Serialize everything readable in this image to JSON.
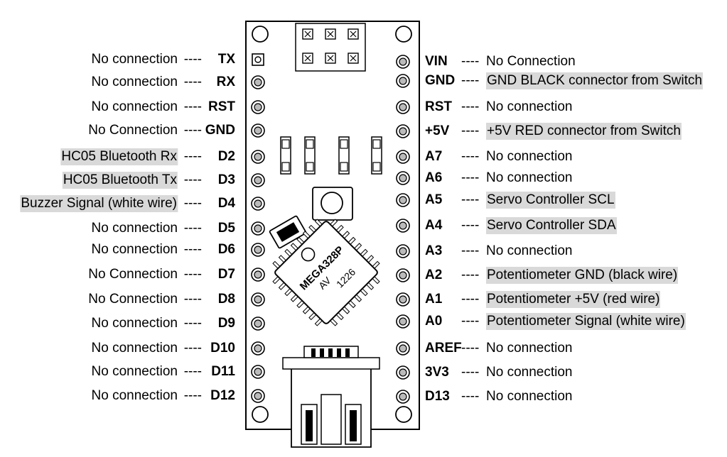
{
  "left_pins": [
    {
      "pin": "TX",
      "desc": "No connection",
      "dash": "----",
      "hl": false
    },
    {
      "pin": "RX",
      "desc": "No connection",
      "dash": "----",
      "hl": false
    },
    {
      "pin": "RST",
      "desc": "No connection",
      "dash": "----",
      "hl": false
    },
    {
      "pin": "GND",
      "desc": "No Connection",
      "dash": "----",
      "hl": false
    },
    {
      "pin": "D2",
      "desc": "HC05 Bluetooth Rx",
      "dash": "----",
      "hl": true
    },
    {
      "pin": "D3",
      "desc": "HC05 Bluetooth Tx",
      "dash": "----",
      "hl": true
    },
    {
      "pin": "D4",
      "desc": "Buzzer Signal (white wire)",
      "dash": "----",
      "hl": true
    },
    {
      "pin": "D5",
      "desc": "No connection",
      "dash": "----",
      "hl": false
    },
    {
      "pin": "D6",
      "desc": "No connection",
      "dash": "----",
      "hl": false
    },
    {
      "pin": "D7",
      "desc": "No Connection",
      "dash": "----",
      "hl": false
    },
    {
      "pin": "D8",
      "desc": "No Connection",
      "dash": "----",
      "hl": false
    },
    {
      "pin": "D9",
      "desc": "No connection",
      "dash": "----",
      "hl": false
    },
    {
      "pin": "D10",
      "desc": "No connection",
      "dash": "----",
      "hl": false
    },
    {
      "pin": "D11",
      "desc": "No connection",
      "dash": "----",
      "hl": false
    },
    {
      "pin": "D12",
      "desc": "No connection",
      "dash": "----",
      "hl": false
    }
  ],
  "right_pins": [
    {
      "pin": "VIN",
      "desc": "No Connection",
      "dash": "----",
      "hl": false
    },
    {
      "pin": "GND",
      "desc": "GND BLACK connector from Switch",
      "dash": "----",
      "hl": true
    },
    {
      "pin": "RST",
      "desc": "No connection",
      "dash": "----",
      "hl": false
    },
    {
      "pin": "+5V",
      "desc": "+5V RED connector from Switch",
      "dash": "----",
      "hl": true
    },
    {
      "pin": "A7",
      "desc": "No connection",
      "dash": "----",
      "hl": false
    },
    {
      "pin": "A6",
      "desc": "No connection",
      "dash": "----",
      "hl": false
    },
    {
      "pin": "A5",
      "desc": "Servo Controller SCL",
      "dash": "----",
      "hl": true
    },
    {
      "pin": "A4",
      "desc": "Servo Controller SDA",
      "dash": "----",
      "hl": true
    },
    {
      "pin": "A3",
      "desc": "No connection",
      "dash": "----",
      "hl": false
    },
    {
      "pin": "A2",
      "desc": "Potentiometer GND (black wire)",
      "dash": "----",
      "hl": true
    },
    {
      "pin": "A1",
      "desc": "Potentiometer +5V (red wire)",
      "dash": "----",
      "hl": true
    },
    {
      "pin": "A0",
      "desc": "Potentiometer Signal (white wire)",
      "dash": "----",
      "hl": true
    },
    {
      "pin": "AREF",
      "desc": "No connection",
      "dash": "----",
      "hl": false
    },
    {
      "pin": "3V3",
      "desc": "No connection",
      "dash": "----",
      "hl": false
    },
    {
      "pin": "D13",
      "desc": "No connection",
      "dash": "----",
      "hl": false
    }
  ],
  "chip": {
    "line1": "MEGA328P",
    "line2": "AV",
    "line3": "1226"
  },
  "colors": {
    "highlight": "#d9d9d9",
    "outline": "#000000",
    "background": "#ffffff"
  }
}
